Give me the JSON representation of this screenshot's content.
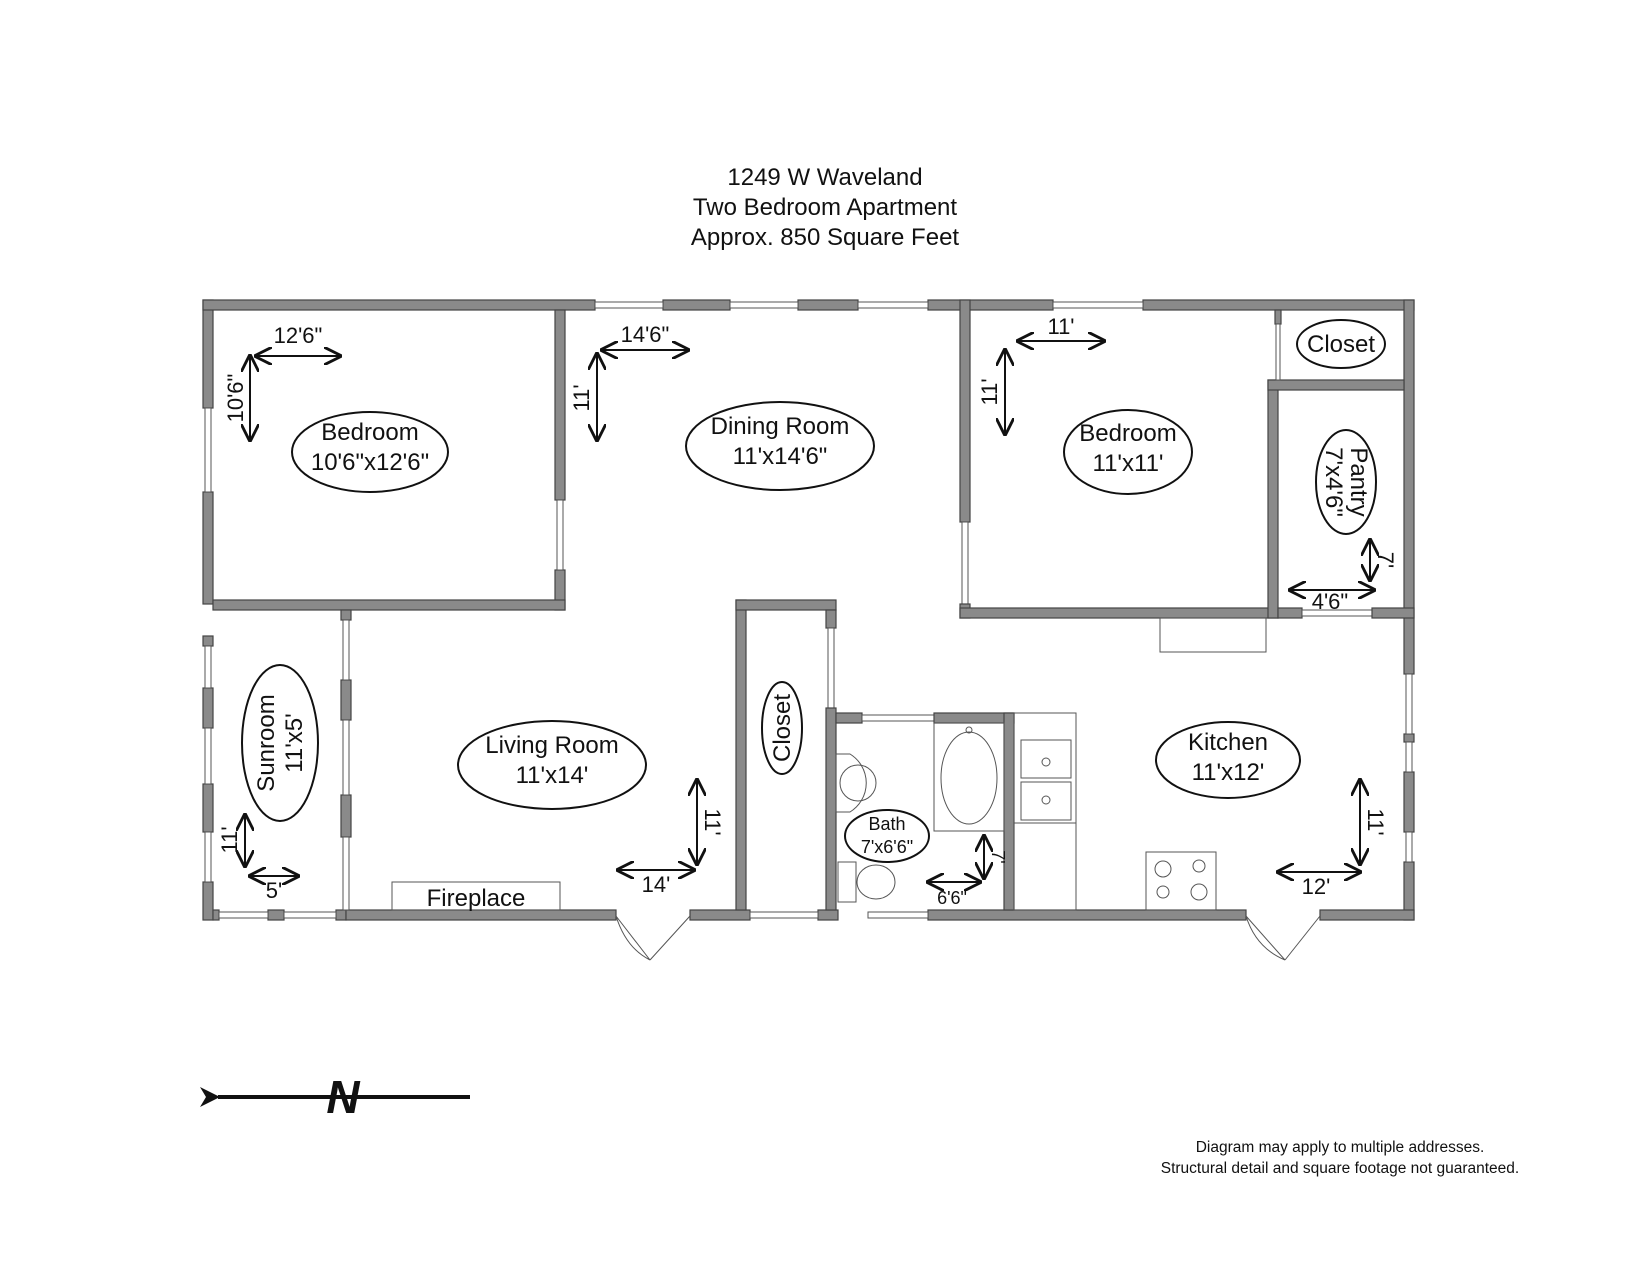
{
  "header": {
    "line1": "1249 W Waveland",
    "line2": "Two Bedroom Apartment",
    "line3": "Approx. 850 Square Feet"
  },
  "rooms": {
    "bedroom_north": {
      "name": "Bedroom",
      "size": "10'6\"x12'6\""
    },
    "dining_room": {
      "name": "Dining Room",
      "size": "11'x14'6\""
    },
    "bedroom_south": {
      "name": "Bedroom",
      "size": "11'x11'"
    },
    "closet_corner": {
      "name": "Closet"
    },
    "pantry": {
      "name": "Pantry",
      "size": "7'x4'6\""
    },
    "sunroom": {
      "name": "Sunroom",
      "size": "11'x5'"
    },
    "living_room": {
      "name": "Living Room",
      "size": "11'x14'"
    },
    "closet_hall": {
      "name": "Closet"
    },
    "bath": {
      "name": "Bath",
      "size": "7'x6'6\""
    },
    "kitchen": {
      "name": "Kitchen",
      "size": "11'x12'"
    },
    "fireplace": {
      "name": "Fireplace"
    }
  },
  "dimensions": {
    "bedroom_north_w": "12'6\"",
    "bedroom_north_h": "10'6\"",
    "dining_w": "14'6\"",
    "dining_h": "11'",
    "bedroom_south_w": "11'",
    "bedroom_south_h": "11'",
    "pantry_w": "4'6\"",
    "pantry_h": "7'",
    "sunroom_h": "11'",
    "sunroom_w": "5'",
    "living_w": "14'",
    "living_h": "11'",
    "bath_w": "6'6\"",
    "bath_h": "7'",
    "kitchen_w": "12'",
    "kitchen_h": "11'"
  },
  "compass": {
    "label": "N"
  },
  "disclaimer": {
    "line1": "Diagram may apply to multiple addresses.",
    "line2": "Structural detail and square footage not guaranteed."
  }
}
